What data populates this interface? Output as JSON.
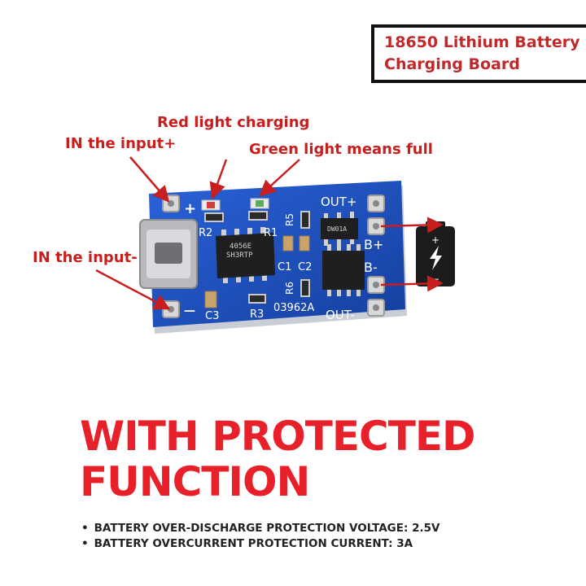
{
  "title": {
    "line1": "18650 Lithium Battery",
    "line2": "Charging Board"
  },
  "callouts": {
    "in_plus": "IN the input+",
    "red_light": "Red light charging",
    "green_light": "Green light means full",
    "in_minus": "IN the input-"
  },
  "board": {
    "pad_plus": "+",
    "pad_minus": "—",
    "out_plus": "OUT+",
    "out_minus": "OUT-",
    "b_plus": "B+",
    "b_minus": "B-",
    "r1": "R1",
    "r2": "R2",
    "r3": "R3",
    "r5": "R5",
    "r6": "R6",
    "c1": "C1",
    "c2": "C2",
    "c3": "C3",
    "board_code": "03962A",
    "chip_line1": "4056E",
    "chip_line2": "SH3RTP",
    "protect_chip": "DW01A"
  },
  "battery_icon": {
    "plus": "+",
    "minus": "−"
  },
  "headline": {
    "line1": "WITH PROTECTED",
    "line2": "FUNCTION"
  },
  "specs": [
    "BATTERY OVER-DISCHARGE PROTECTION VOLTAGE: 2.5V",
    "BATTERY OVERCURRENT PROTECTION CURRENT: 3A"
  ],
  "colors": {
    "accent_red": "#e8202a",
    "callout_red": "#c81e1e",
    "board_blue": "#1d4fc4",
    "text_dark": "#222222"
  }
}
